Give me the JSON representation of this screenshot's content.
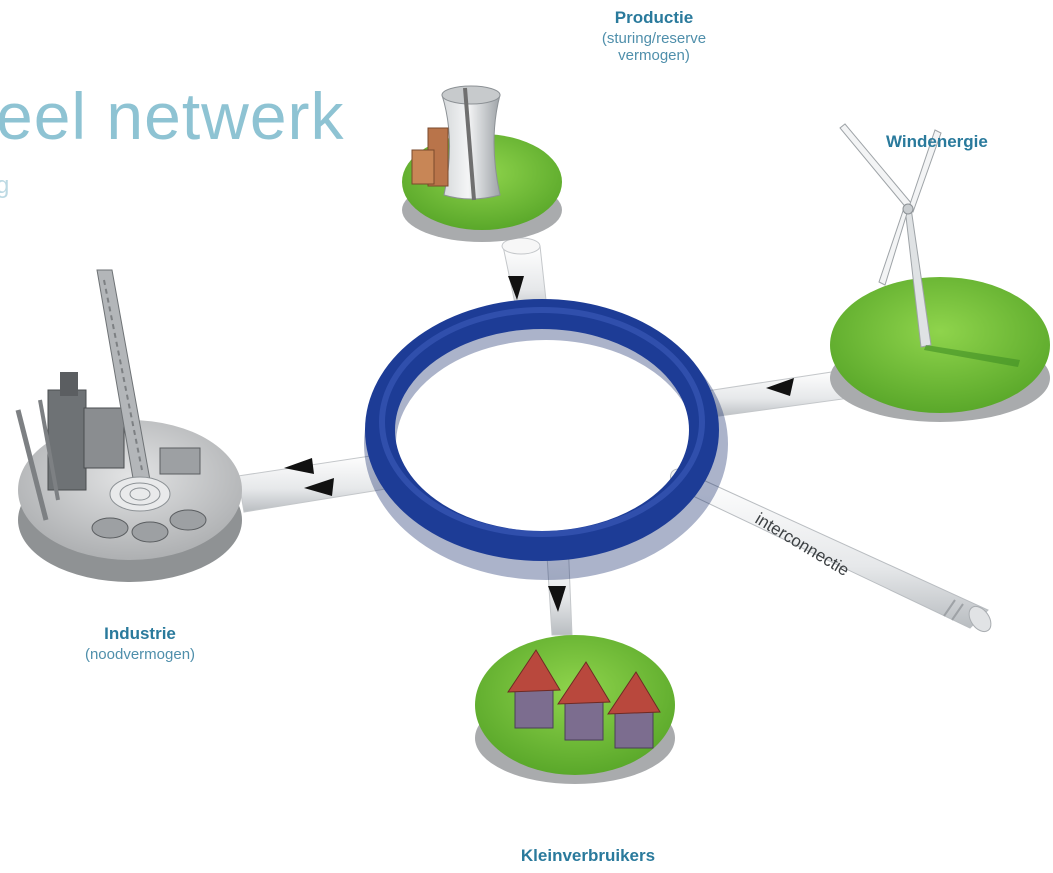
{
  "title": {
    "main": "eel netwerk",
    "sub": "g"
  },
  "nodes": {
    "productie": {
      "title": "Productie",
      "subtitle": "(sturing/reserve vermogen)"
    },
    "windenergie": {
      "title": "Windenergie"
    },
    "industrie": {
      "title": "Industrie",
      "subtitle": "(noodvermogen)"
    },
    "kleinverbruikers": {
      "title": "Kleinverbruikers"
    }
  },
  "connections": {
    "interconnectie": "interconnectie"
  },
  "colors": {
    "ring": "#1d3c96",
    "grass": "#7bc63a",
    "label": "#2a7a9c",
    "title": "#8ec3d3"
  }
}
